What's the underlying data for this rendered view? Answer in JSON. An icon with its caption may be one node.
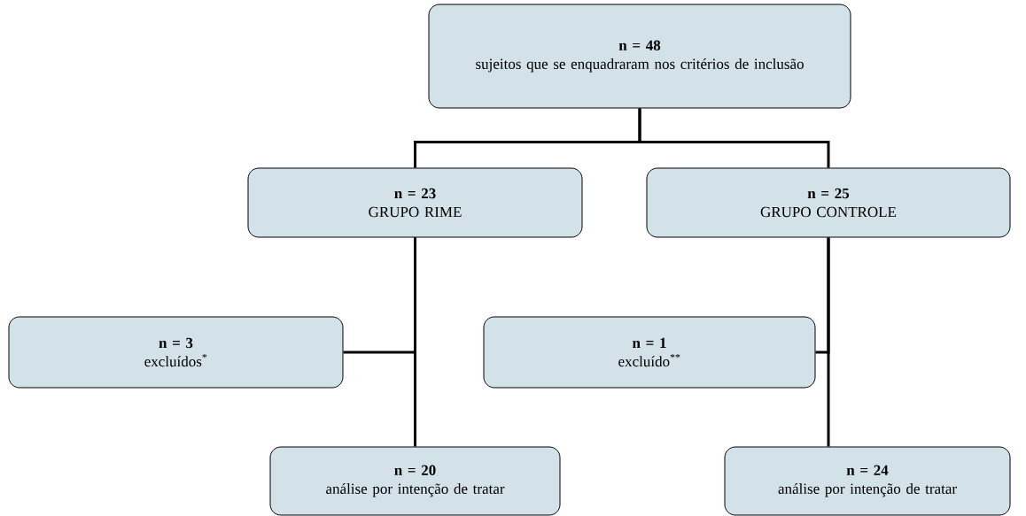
{
  "diagram": {
    "nodes": [
      {
        "text": [
          "n = 48",
          "sujeitos que se enquadraram nos critérios de inclusão"
        ]
      },
      {
        "text": [
          "n = 23",
          "GRUPO RIME"
        ]
      },
      {
        "text": [
          "n = 25",
          "GRUPO CONTROLE"
        ]
      },
      {
        "text": [
          "n = 3",
          "excluídos$^{*}$"
        ]
      },
      {
        "text": [
          "n = 1",
          "excluído$^{**}$"
        ]
      },
      {
        "text": [
          "n = 20",
          "análise por intenção de tratar"
        ]
      },
      {
        "text": [
          "n = 24",
          "análise por intenção de tratar"
        ]
      }
    ],
    "edges": [
      {
        "from": 0,
        "to": 1,
        "arrow": "none"
      },
      {
        "from": 0,
        "to": 2,
        "arrow": "none"
      },
      {
        "from": 1,
        "to": 3,
        "arrow": "none"
      },
      {
        "from": 1,
        "to": 5,
        "arrow": "none"
      },
      {
        "from": 2,
        "to": 4,
        "arrow": "none"
      },
      {
        "from": 2,
        "to": 6,
        "arrow": "none"
      }
    ]
  }
}
